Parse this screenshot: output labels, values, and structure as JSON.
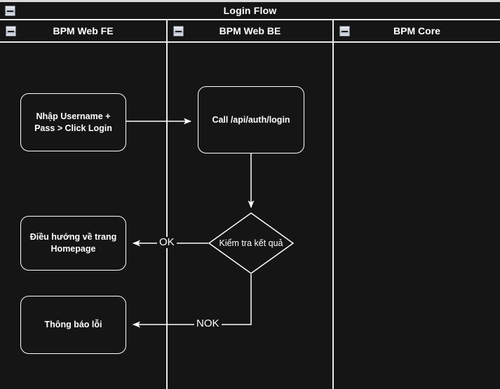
{
  "diagram": {
    "pool": {
      "title": "Login Flow",
      "collapse_icon": "minus-box-icon"
    },
    "lanes": [
      {
        "id": "bpm-web-fe",
        "label": "BPM Web FE",
        "collapse_icon": "minus-box-icon"
      },
      {
        "id": "bpm-web-be",
        "label": "BPM Web BE",
        "collapse_icon": "minus-box-icon"
      },
      {
        "id": "bpm-core",
        "label": "BPM Core",
        "collapse_icon": "minus-box-icon"
      }
    ],
    "nodes": [
      {
        "id": "input-credentials",
        "lane": "bpm-web-fe",
        "type": "task",
        "text": "Nhập Username +\nPass > Click Login"
      },
      {
        "id": "call-login-api",
        "lane": "bpm-web-be",
        "type": "task",
        "text": "Call /api/auth/login"
      },
      {
        "id": "check-result",
        "lane": "bpm-web-be",
        "type": "decision",
        "text": "Kiểm tra kết quả"
      },
      {
        "id": "redirect-homepage",
        "lane": "bpm-web-fe",
        "type": "task",
        "text": "Điều hướng về trang\nHomepage"
      },
      {
        "id": "show-error",
        "lane": "bpm-web-fe",
        "type": "task",
        "text": "Thông báo lỗi"
      }
    ],
    "edges": [
      {
        "id": "e1",
        "from": "input-credentials",
        "to": "call-login-api",
        "label": ""
      },
      {
        "id": "e2",
        "from": "call-login-api",
        "to": "check-result",
        "label": ""
      },
      {
        "id": "e3",
        "from": "check-result",
        "to": "redirect-homepage",
        "label": "OK"
      },
      {
        "id": "e4",
        "from": "check-result",
        "to": "show-error",
        "label": "NOK"
      }
    ],
    "colors": {
      "background": "#151515",
      "stroke": "#ffffff",
      "lane_border": "#e8e8e8",
      "text": "#ffffff",
      "page": "#d6d6d6"
    }
  }
}
